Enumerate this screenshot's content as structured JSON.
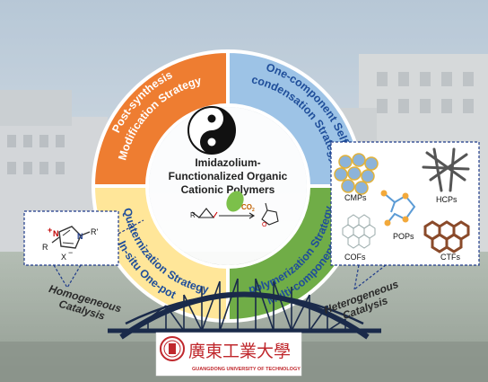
{
  "center": {
    "line1": "Imidazolium-",
    "line2": "Functionalized Organic",
    "line3": "Cationic Polymers",
    "co2": "CO"
  },
  "quadrants": {
    "top_left": {
      "line1": "Post-synthesis",
      "line2": "Modification Strategy",
      "color": "#ee7d31"
    },
    "top_right": {
      "line1": "One-component Self-",
      "line2": "condensation Strategy",
      "color": "#5b9bd5"
    },
    "bottom_left": {
      "line1": "In-situ One-pot",
      "line2": "Quaternization Strategy",
      "color": "#ffd966"
    },
    "bottom_right": {
      "line1": "Multi-component Co-",
      "line2": "polymerization Strategy",
      "color": "#70ad47"
    }
  },
  "homogeneous": {
    "line1": "Homogeneous",
    "line2": "Catalysis"
  },
  "heterogeneous": {
    "line1": "Heterogeneous",
    "line2": "Catalysis"
  },
  "materials": [
    "CMPs",
    "HCPs",
    "POPs",
    "COFs",
    "CTFs"
  ],
  "imidazolium": {
    "r1": "R",
    "r2": "R'",
    "n": "N",
    "x": "X",
    "plus": "+",
    "minus": "−"
  },
  "university": {
    "chinese": "廣東工業大學",
    "english": "GUANGDONG UNIVERSITY OF TECHNOLOGY",
    "color": "#c0282d"
  }
}
